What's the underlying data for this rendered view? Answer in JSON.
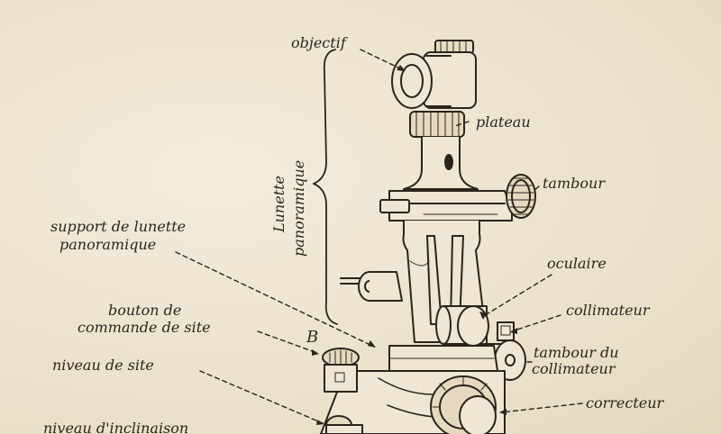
{
  "labels": {
    "objectif": "objectif",
    "plateau": "plateau",
    "tambour": "tambour",
    "support_line1": "support de lunette",
    "support_line2": "panoramique",
    "oculaire": "oculaire",
    "collimateur": "collimateur",
    "bouton_line1": "bouton de",
    "bouton_line2": "commande de site",
    "point_b": "B",
    "tambour_collimateur_line1": "tambour du",
    "tambour_collimateur_line2": "collimateur",
    "niveau_site": "niveau de site",
    "correcteur": "correcteur",
    "niveau_inclinaison": "niveau d'inclinaison"
  },
  "brace_labels": {
    "line1": "Lunette",
    "line2": "panoramique"
  },
  "colors": {
    "paper": "#efe6d3",
    "ink": "#2b241c"
  }
}
